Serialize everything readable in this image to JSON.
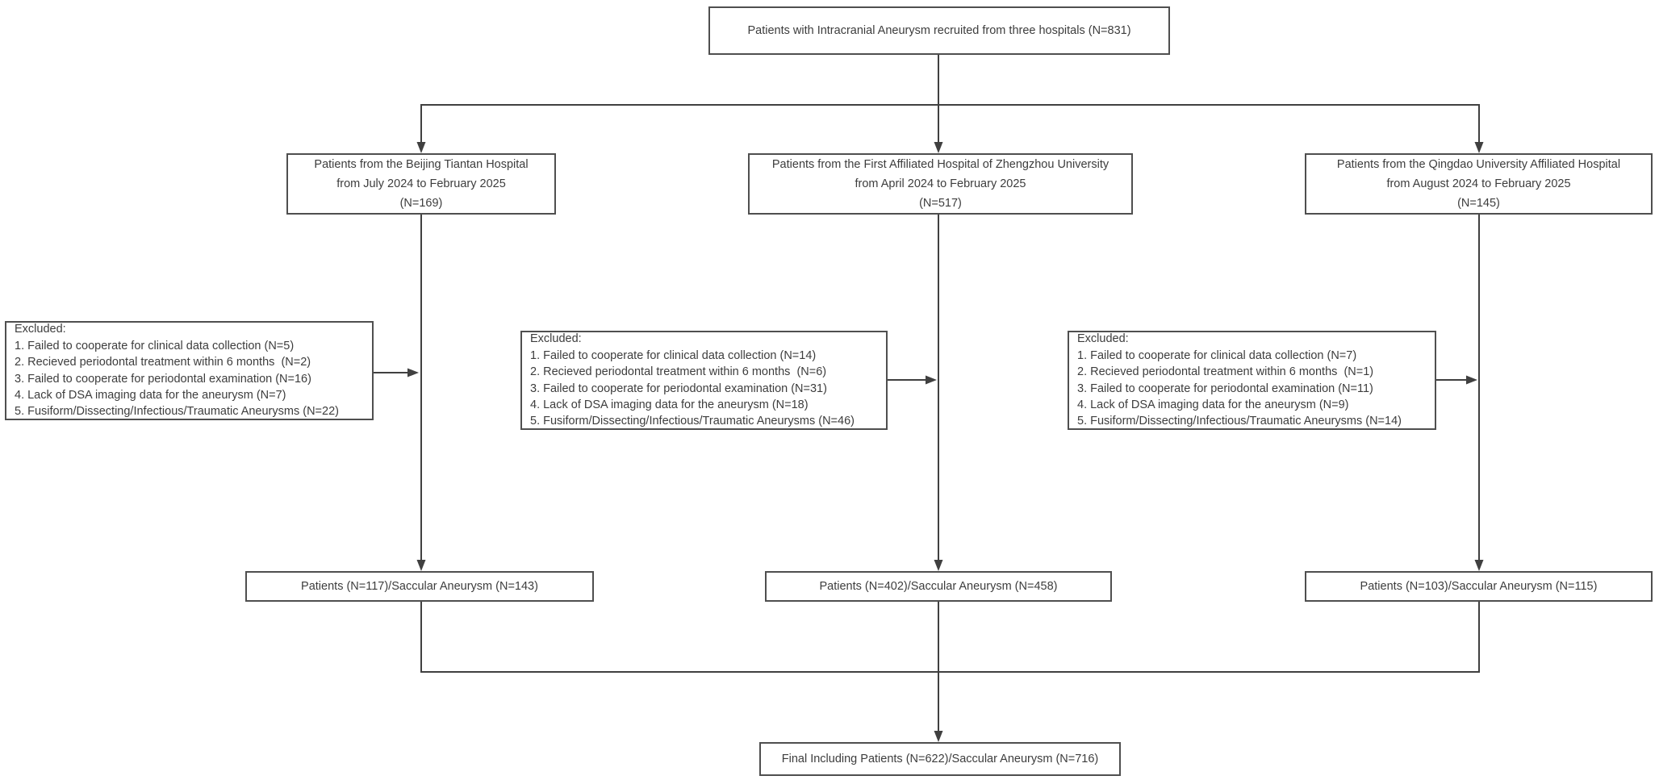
{
  "flowchart": {
    "top_box": {
      "label": "Patients with Intracranial Aneurysm recruited from three hospitals (N=831)"
    },
    "branches": [
      {
        "hospital": {
          "line1": "Patients from the Beijing Tiantan Hospital",
          "line2": "from July 2024 to February 2025",
          "line3": "(N=169)"
        },
        "excluded": {
          "title": "Excluded:",
          "items": [
            "1. Failed to cooperate for clinical data collection (N=5)",
            "2. Recieved periodontal treatment within 6 months  (N=2)",
            "3. Failed to cooperate for periodontal examination (N=16)",
            "4. Lack of DSA imaging data for the aneurysm (N=7)",
            "5. Fusiform/Dissecting/Infectious/Traumatic Aneurysms (N=22)"
          ]
        },
        "result": {
          "label": "Patients (N=117)/Saccular Aneurysm (N=143)"
        }
      },
      {
        "hospital": {
          "line1": "Patients from the First Affiliated Hospital of Zhengzhou University",
          "line2": "from April 2024 to February 2025",
          "line3": "(N=517)"
        },
        "excluded": {
          "title": "Excluded:",
          "items": [
            "1. Failed to cooperate for clinical data collection (N=14)",
            "2. Recieved periodontal treatment within 6 months  (N=6)",
            "3. Failed to cooperate for periodontal examination (N=31)",
            "4. Lack of DSA imaging data for the aneurysm (N=18)",
            "5. Fusiform/Dissecting/Infectious/Traumatic Aneurysms (N=46)"
          ]
        },
        "result": {
          "label": "Patients (N=402)/Saccular Aneurysm (N=458)"
        }
      },
      {
        "hospital": {
          "line1": "Patients from the Qingdao University Affiliated Hospital",
          "line2": "from August 2024 to February 2025",
          "line3": "(N=145)"
        },
        "excluded": {
          "title": "Excluded:",
          "items": [
            "1. Failed to cooperate for clinical data collection (N=7)",
            "2. Recieved periodontal treatment within 6 months  (N=1)",
            "3. Failed to cooperate for periodontal examination (N=11)",
            "4. Lack of DSA imaging data for the aneurysm (N=9)",
            "5. Fusiform/Dissecting/Infectious/Traumatic Aneurysms (N=14)"
          ]
        },
        "result": {
          "label": "Patients (N=103)/Saccular Aneurysm (N=115)"
        }
      }
    ],
    "final_box": {
      "label": "Final Including Patients (N=622)/Saccular Aneurysm (N=716)"
    }
  },
  "colors": {
    "box_border": "#4f4f4f",
    "connector": "#404040",
    "text": "#3d3d3d",
    "background": "#ffffff"
  }
}
